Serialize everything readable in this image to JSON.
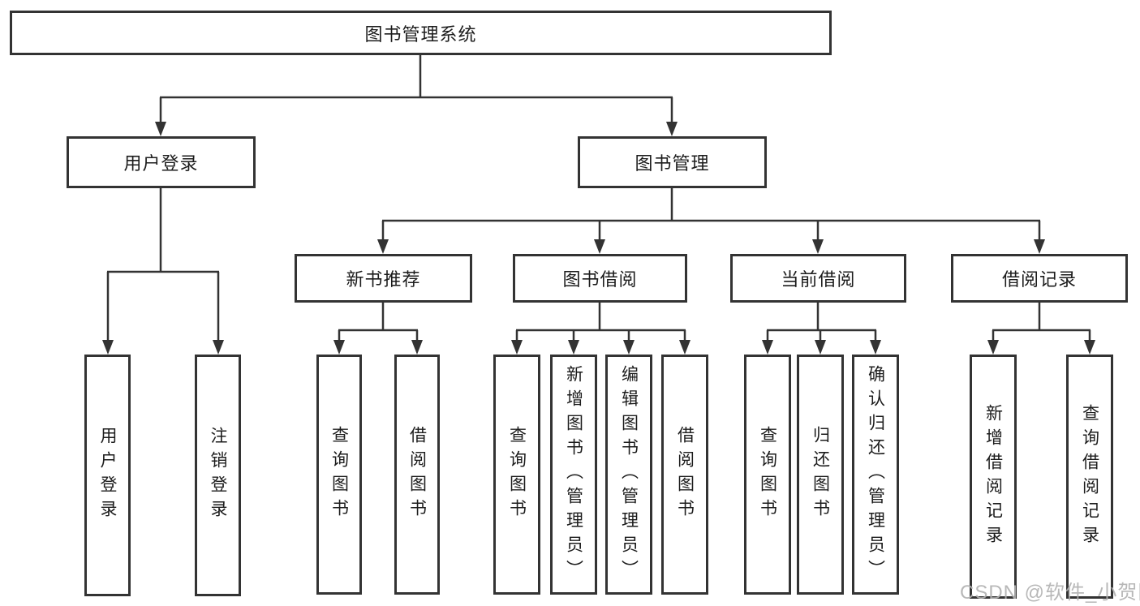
{
  "diagram": {
    "tree": {
      "label": "图书管理系统",
      "children": [
        {
          "label": "用户登录",
          "children": [
            {
              "label": "用户登录"
            },
            {
              "label": "注销登录"
            }
          ]
        },
        {
          "label": "图书管理",
          "children": [
            {
              "label": "新书推荐",
              "children": [
                {
                  "label": "查询图书"
                },
                {
                  "label": "借阅图书"
                }
              ]
            },
            {
              "label": "图书借阅",
              "children": [
                {
                  "label": "查询图书"
                },
                {
                  "label": "新增图书（管理员）"
                },
                {
                  "label": "编辑图书（管理员）"
                },
                {
                  "label": "借阅图书"
                }
              ]
            },
            {
              "label": "当前借阅",
              "children": [
                {
                  "label": "查询图书"
                },
                {
                  "label": "归还图书"
                },
                {
                  "label": "确认归还（管理员）"
                }
              ]
            },
            {
              "label": "借阅记录",
              "children": [
                {
                  "label": "新增借阅记录"
                },
                {
                  "label": "查询借阅记录"
                }
              ]
            }
          ]
        }
      ]
    },
    "colors": {
      "line": "#333333",
      "box_background": "#ffffff",
      "text": "#1c1c1c",
      "watermark": "#b0b0b0"
    }
  },
  "watermark": {
    "text": "CSDN @软件_小贺同学"
  }
}
